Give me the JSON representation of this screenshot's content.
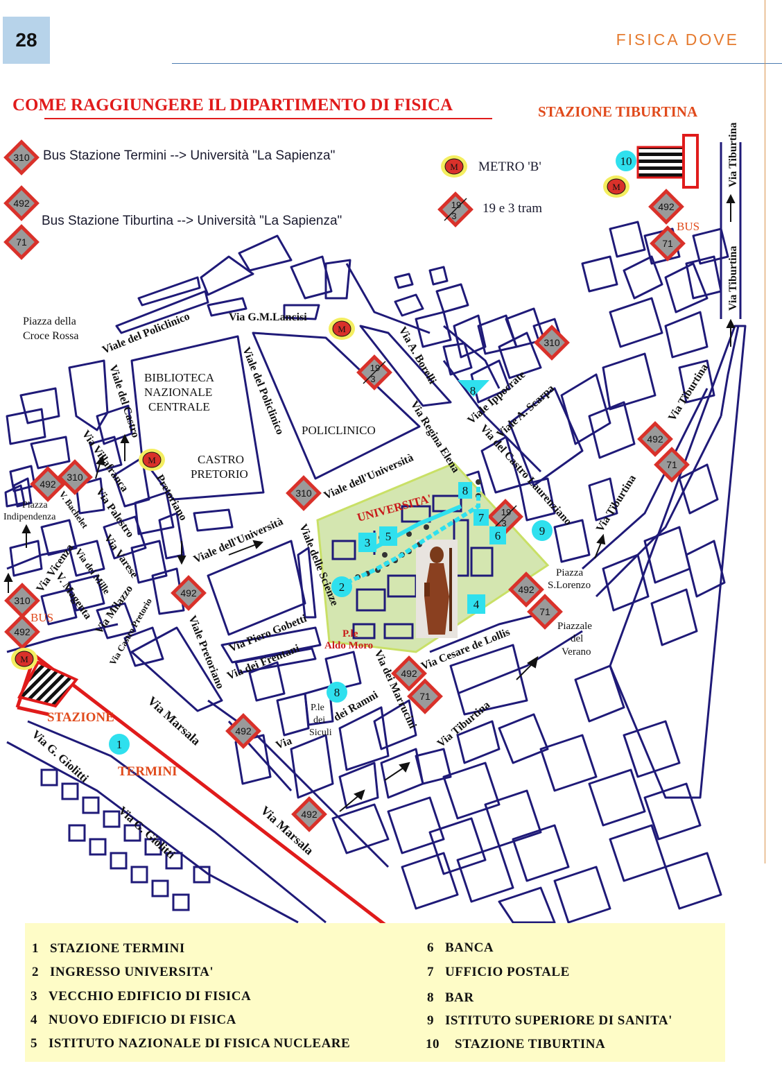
{
  "page": {
    "number": "28",
    "section_title": "FISICA DOVE"
  },
  "map": {
    "title": "COME RAGGIUNGERE IL DIPARTIMENTO DI FISICA",
    "legend": {
      "bus_termini": "Bus  Stazione Termini --> Università \"La Sapienza\"",
      "bus_tiburtina": "Bus  Stazione Tiburtina --> Università \"La Sapienza\"",
      "metro": "METRO 'B'",
      "tram": "19 e 3 tram",
      "tiburtina_station": "STAZIONE  TIBURTINA",
      "bus_label": "BUS"
    },
    "badges": {
      "b310": "310",
      "b492": "492",
      "b71": "71",
      "tram_top": "19",
      "tram_bottom": "3",
      "metro": "M"
    },
    "places": {
      "piazza_croce_rossa_1": "Piazza della",
      "piazza_croce_rossa_2": "Croce Rossa",
      "biblioteca_1": "BIBLIOTECA",
      "biblioteca_2": "NAZIONALE",
      "biblioteca_3": "CENTRALE",
      "castro_1": "CASTRO",
      "castro_2": "PRETORIO",
      "policlinico": "POLICLINICO",
      "universita": "UNIVERSITA'",
      "piazza_indipendenza_1": "Piazza",
      "piazza_indipendenza_2": "Indipendenza",
      "aldo_moro_1": "P.le",
      "aldo_moro_2": "Aldo Moro",
      "siculi_1": "P.le",
      "siculi_2": "dei",
      "siculi_3": "Siculi",
      "s_lorenzo_1": "Piazza",
      "s_lorenzo_2": "S.Lorenzo",
      "verano_1": "Piazzale",
      "verano_2": "del",
      "verano_3": "Verano",
      "stazione": "STAZIONE",
      "termini": "TERMINI"
    },
    "streets": {
      "viale_policlinico": "Viale del Policlinico",
      "via_lancisi": "Via G.M.Lancisi",
      "viale_policlinico_2": "Viale del Policlinico",
      "viale_castro": "Viale del Castro",
      "pretoriano": "Pretoriano",
      "via_villafranca": "Via Villafranca",
      "via_palestro": "Via Palestro",
      "v_bachelet": "V. Bachelet",
      "via_vicenza": "Via Vicenza",
      "via_dei_mille": "Via dei Mille",
      "via_varese": "Via Varese",
      "v_magenta": "V. Magenta",
      "via_milazzo": "Via Milazzo",
      "via_castro_pretorio": "Via Castro Pretorio",
      "viale_universita_1": "Viale dell'Università",
      "viale_universita_2": "Viale dell'Università",
      "viale_scienze": "Viale delle Scienze",
      "via_gobetti": "Via Piero Gobetti",
      "via_frentani": "Via  dei Frentani",
      "viale_pretoriano": "Viale Pretoriano",
      "via_marsala_1": "Via Marsala",
      "via_marsala_2": "Via Marsala",
      "via_giolitti_1": "Via G. Giolitti",
      "via_giolitti_2": "Via G. Giolitti",
      "via_borelli": "Via A. Borelli",
      "viale_ippocrate": "Viale Ippocrate",
      "viale_scarpa": "Viale A. Scarpa",
      "via_regina_elena": "Via Regina Elena",
      "via_castro_laurenziano": "Via del Castro Laurenziano",
      "via_tiburtina_1": "Via Tiburtina",
      "via_tiburtina_2": "Via Tiburtina",
      "via_tiburtina_3": "Via Tiburtina",
      "via_tiburtina_4": "Via Tiburtina",
      "via_tiburtina_5": "Via Tiburtina",
      "via_cesare_lollis": "Via Cesare de Lollis",
      "via_marrucini": "Via dei Marrucini",
      "via_ramni": "dei Ramni",
      "via_short": "Via"
    },
    "markers": {
      "m1": "1",
      "m2": "2",
      "m3": "3",
      "m4": "4",
      "m5": "5",
      "m6": "6",
      "m7": "7",
      "m8": "8",
      "m9": "9",
      "m10": "10"
    }
  },
  "key": {
    "items": [
      {
        "num": "1",
        "label": "STAZIONE TERMINI"
      },
      {
        "num": "2",
        "label": "INGRESSO UNIVERSITA'"
      },
      {
        "num": "3",
        "label": "VECCHIO EDIFICIO DI FISICA"
      },
      {
        "num": "4",
        "label": "NUOVO EDIFICIO DI FISICA"
      },
      {
        "num": "5",
        "label": "ISTITUTO NAZIONALE DI FISICA NUCLEARE"
      },
      {
        "num": "6",
        "label": "BANCA"
      },
      {
        "num": "7",
        "label": "UFFICIO POSTALE"
      },
      {
        "num": "8",
        "label": "BAR"
      },
      {
        "num": "9",
        "label": "ISTITUTO SUPERIORE DI SANITA'"
      },
      {
        "num": "10",
        "label": "STAZIONE TIBURTINA"
      }
    ]
  },
  "colors": {
    "street_outline": "#1f1a78",
    "badge_red": "#d9312a",
    "badge_gray": "#9a9a9a",
    "marker_cyan": "#2fe0ee",
    "university_fill": "#d4e6b0",
    "key_bg": "#fefcc7",
    "title_red": "#e01b1b",
    "header_orange": "#e57a2e"
  }
}
